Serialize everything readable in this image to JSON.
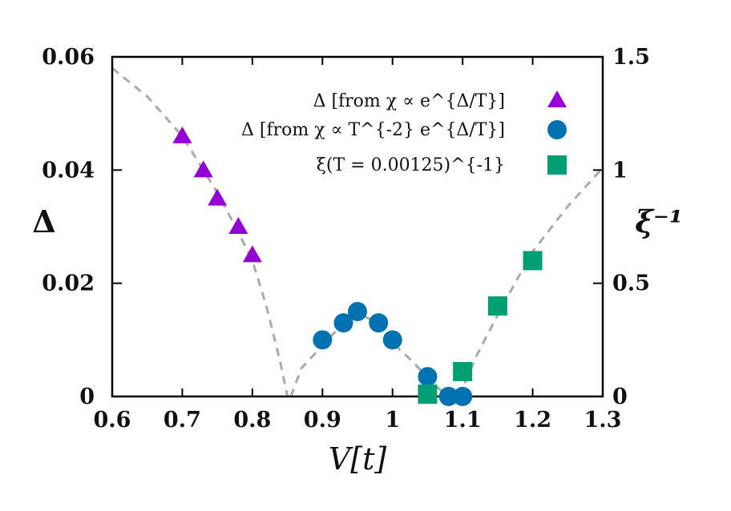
{
  "chart_data": {
    "type": "scatter",
    "xlabel": "V[t]",
    "ylabel_left": "Δ",
    "ylabel_right": "ξ⁻¹",
    "xlim": [
      0.6,
      1.3
    ],
    "ylim_left": [
      0,
      0.06
    ],
    "ylim_right": [
      0,
      1.5
    ],
    "x_ticks": [
      "0.6",
      "0.7",
      "0.8",
      "0.9",
      "1",
      "1.1",
      "1.2",
      "1.3"
    ],
    "y_left_ticks": [
      "0",
      "0.02",
      "0.04",
      "0.06"
    ],
    "y_right_ticks": [
      "0",
      "0.5",
      "1",
      "1.5"
    ],
    "legend_position": "top-right",
    "series": [
      {
        "name": "Δ [from χ ∝ e^{Δ/T}]",
        "axis": "left",
        "marker": "triangle",
        "color": "#9400d3",
        "x": [
          0.7,
          0.73,
          0.75,
          0.78,
          0.8
        ],
        "y": [
          0.046,
          0.04,
          0.035,
          0.03,
          0.025
        ]
      },
      {
        "name": "Δ [from χ ∝ T^{-2} e^{Δ/T}]",
        "axis": "left",
        "marker": "circle",
        "color": "#0072b2",
        "x": [
          0.9,
          0.93,
          0.95,
          0.98,
          1.0,
          1.05,
          1.08,
          1.1
        ],
        "y": [
          0.01,
          0.013,
          0.015,
          0.013,
          0.01,
          0.0035,
          0.0,
          0.0
        ]
      },
      {
        "name": "ξ(T = 0.00125)^{-1}",
        "axis": "right",
        "marker": "square",
        "color": "#009e73",
        "x": [
          1.05,
          1.1,
          1.15,
          1.2
        ],
        "y": [
          0.01,
          0.11,
          0.4,
          0.6
        ]
      }
    ],
    "fit_curves": [
      {
        "axis": "left",
        "style": "dashed",
        "color": "#aaaaaa",
        "x": [
          0.6,
          0.65,
          0.7,
          0.75,
          0.78,
          0.8,
          0.82,
          0.84,
          0.85
        ],
        "y": [
          0.058,
          0.053,
          0.046,
          0.036,
          0.029,
          0.024,
          0.016,
          0.006,
          0.0
        ]
      },
      {
        "axis": "left",
        "style": "dashed",
        "color": "#aaaaaa",
        "x": [
          0.855,
          0.87,
          0.9,
          0.93,
          0.95,
          0.97,
          1.0,
          1.03,
          1.06,
          1.08
        ],
        "y": [
          0.0,
          0.005,
          0.009,
          0.013,
          0.0148,
          0.0135,
          0.0095,
          0.006,
          0.002,
          0.0
        ]
      },
      {
        "axis": "right",
        "style": "dashed",
        "color": "#aaaaaa",
        "x": [
          1.095,
          1.12,
          1.15,
          1.18,
          1.2,
          1.25,
          1.3
        ],
        "y": [
          0.0,
          0.18,
          0.36,
          0.53,
          0.64,
          0.84,
          1.01
        ]
      }
    ]
  }
}
